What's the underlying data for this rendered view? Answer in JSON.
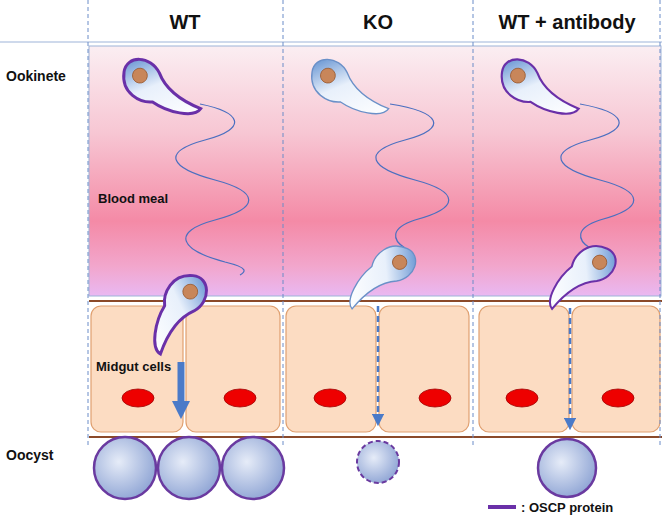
{
  "diagram": {
    "labels": [
      "WT",
      "KO",
      "WT + antibody",
      "Ookinete",
      "Blood meal",
      "Midgut cells",
      "Oocyst"
    ],
    "legend": [
      {
        "text": ": OSCP protein"
      }
    ]
  }
}
